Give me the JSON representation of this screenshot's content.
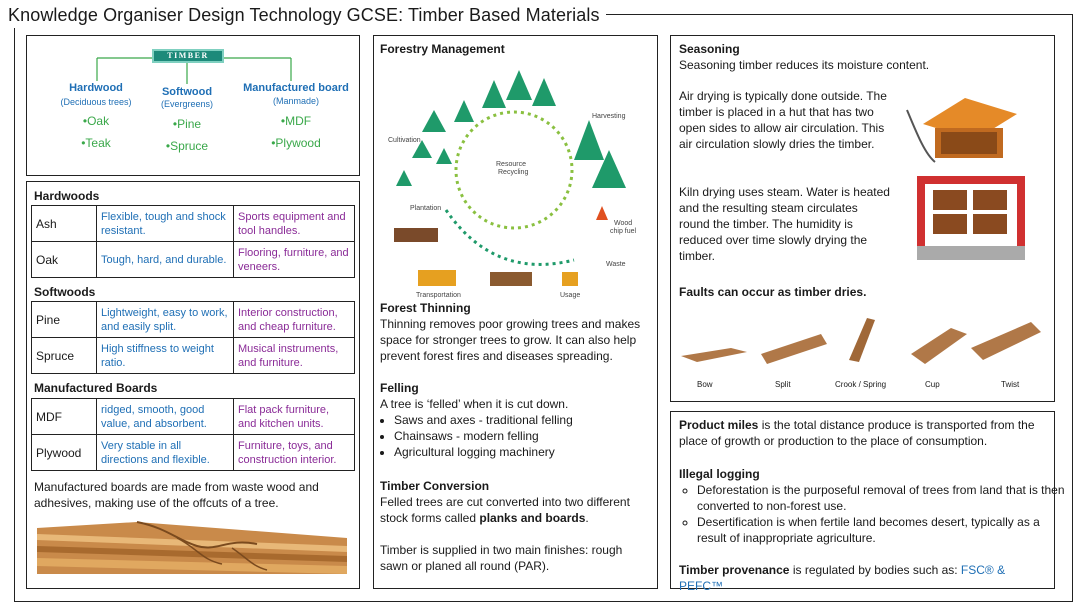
{
  "title": "Knowledge Organiser Design Technology GCSE: Timber Based Materials",
  "tree": {
    "root": "TIMBER",
    "branches": [
      {
        "name": "Hardwood",
        "sub": "(Deciduous trees)",
        "items": [
          "•Oak",
          "•Teak"
        ]
      },
      {
        "name": "Softwood",
        "sub": "(Evergreens)",
        "items": [
          "•Pine",
          "•Spruce"
        ]
      },
      {
        "name": "Manufactured board",
        "sub": "(Manmade)",
        "items": [
          "•MDF",
          "•Plywood"
        ]
      }
    ]
  },
  "materials": {
    "hardwoods": {
      "heading": "Hardwoods",
      "rows": [
        {
          "name": "Ash",
          "props": "Flexible, tough and shock resistant.",
          "uses": "Sports equipment and tool handles."
        },
        {
          "name": "Oak",
          "props": "Tough, hard, and durable.",
          "uses": "Flooring, furniture, and veneers."
        }
      ]
    },
    "softwoods": {
      "heading": "Softwoods",
      "rows": [
        {
          "name": "Pine",
          "props": "Lightweight, easy to work, and easily split.",
          "uses": "Interior construction, and cheap furniture."
        },
        {
          "name": "Spruce",
          "props": "High stiffness to weight ratio.",
          "uses": "Musical instruments, and furniture."
        }
      ]
    },
    "boards": {
      "heading": "Manufactured Boards",
      "rows": [
        {
          "name": "MDF",
          "props": "ridged, smooth, good value, and absorbent.",
          "uses": "Flat pack furniture, and kitchen units."
        },
        {
          "name": "Plywood",
          "props": "Very stable in all directions and flexible.",
          "uses": "Furniture, toys, and construction interior."
        }
      ]
    },
    "note": "Manufactured boards are made from waste wood and adhesives, making use of the offcuts of a tree."
  },
  "forestry": {
    "heading": "Forestry Management",
    "labels": {
      "cultivation": "Cultivation",
      "harvesting": "Harvesting",
      "recycling": "Resource Recycling",
      "plantation": "Plantation",
      "chip": "Wood chip fuel",
      "waste": "Waste",
      "transport": "Transportation",
      "usage": "Usage"
    },
    "thinning_h": "Forest Thinning",
    "thinning": "Thinning removes poor growing trees and makes space for stronger trees to grow. It can also help prevent forest fires and diseases spreading.",
    "felling_h": "Felling",
    "felling": "A tree is ‘felled’ when it is cut down.",
    "felling_list": [
      "Saws and axes - traditional felling",
      "Chainsaws - modern felling",
      "Agricultural logging machinery"
    ],
    "conversion_h": "Timber Conversion",
    "conversion_pre": "Felled trees are cut converted into two different stock forms called ",
    "conversion_bold": "planks and boards",
    "conversion_post": ".",
    "finishes": "Timber is supplied in two main finishes: rough sawn or planed all round (PAR)."
  },
  "seasoning": {
    "heading": "Seasoning",
    "intro": "Seasoning timber reduces its moisture content.",
    "air": "Air drying is typically done outside. The timber is placed in a hut that has two open sides to allow air circulation. This air circulation slowly dries the timber.",
    "kiln": "Kiln drying uses steam. Water is heated and the resulting steam circulates round the timber. The humidity is reduced over time slowly drying the timber.",
    "faults_h": "Faults can occur as timber dries.",
    "faults": [
      "Bow",
      "Split",
      "Crook / Spring",
      "Cup",
      "Twist"
    ]
  },
  "miles": {
    "bold": "Product miles",
    "text": " is the total distance produce is transported from the place of growth or production to the place of consumption.",
    "illegal_h": "Illegal logging",
    "list": [
      "Deforestation is the purposeful removal of trees from land that is then converted to non-forest use.",
      "Desertification is when fertile land becomes desert, typically as a result of inappropriate agriculture."
    ],
    "prov_bold": "Timber provenance",
    "prov_text": " is regulated by bodies such as: ",
    "prov_bodies": "FSC® & PEFC™"
  },
  "colors": {
    "blue": "#1f6fb5",
    "green": "#3aa84a",
    "purple": "#8a2b97",
    "teal": "#1d8a7a"
  }
}
